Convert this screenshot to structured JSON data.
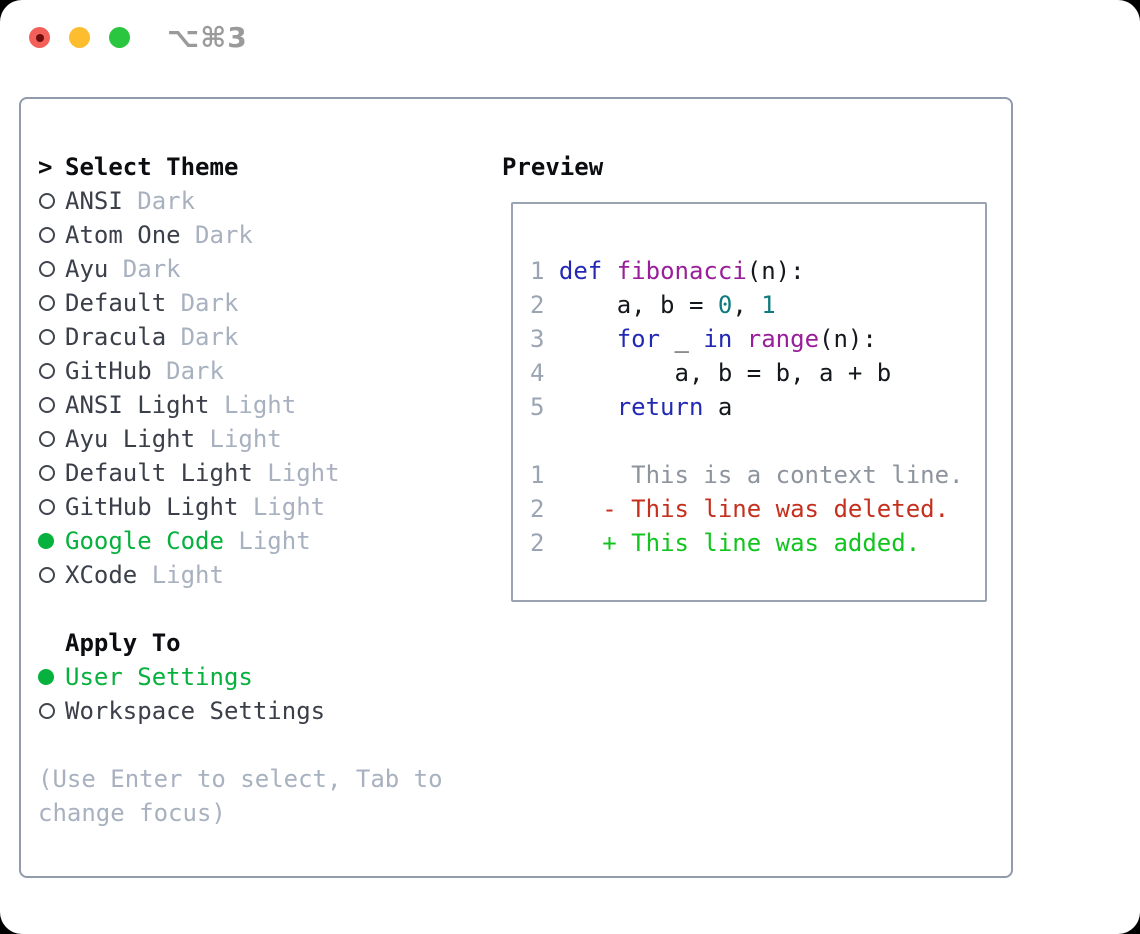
{
  "window": {
    "shortcut": "⌥⌘3"
  },
  "colors": {
    "traffic_red": "#f3605a",
    "traffic_yellow": "#fcbd2f",
    "traffic_green": "#2ac63f",
    "selection_green": "#07b13e",
    "syntax_keyword_blue": "#2329b2",
    "syntax_title_purple": "#991e99",
    "syntax_number_teal": "#0e7a7e",
    "diff_deleted_red": "#c5301e",
    "diff_added_green": "#12c41f"
  },
  "theme_picker": {
    "header_marker": ">",
    "header": "Select Theme",
    "items": [
      {
        "name": "ANSI",
        "variant": "Dark",
        "selected": false
      },
      {
        "name": "Atom One",
        "variant": "Dark",
        "selected": false
      },
      {
        "name": "Ayu",
        "variant": "Dark",
        "selected": false
      },
      {
        "name": "Default",
        "variant": "Dark",
        "selected": false
      },
      {
        "name": "Dracula",
        "variant": "Dark",
        "selected": false
      },
      {
        "name": "GitHub",
        "variant": "Dark",
        "selected": false
      },
      {
        "name": "ANSI Light",
        "variant": "Light",
        "selected": false
      },
      {
        "name": "Ayu Light",
        "variant": "Light",
        "selected": false
      },
      {
        "name": "Default Light",
        "variant": "Light",
        "selected": false
      },
      {
        "name": "GitHub Light",
        "variant": "Light",
        "selected": false
      },
      {
        "name": "Google Code",
        "variant": "Light",
        "selected": true
      },
      {
        "name": "XCode",
        "variant": "Light",
        "selected": false
      }
    ],
    "apply_to": {
      "header": "Apply To",
      "options": [
        {
          "label": "User Settings",
          "selected": true
        },
        {
          "label": "Workspace Settings",
          "selected": false
        }
      ]
    },
    "hints": [
      "(Use Enter to select, Tab to",
      "change focus)"
    ]
  },
  "preview": {
    "header": "Preview",
    "lines": [
      [
        [
          "num",
          "1 "
        ],
        [
          "kw",
          "def"
        ],
        [
          "pl",
          " "
        ],
        [
          "fn",
          "fibonacci"
        ],
        [
          "pl",
          "(n):"
        ]
      ],
      [
        [
          "num",
          "2 "
        ],
        [
          "pl",
          "    a, b = "
        ],
        [
          "lit",
          "0"
        ],
        [
          "pl",
          ", "
        ],
        [
          "lit",
          "1"
        ]
      ],
      [
        [
          "num",
          "3 "
        ],
        [
          "pl",
          "    "
        ],
        [
          "kw",
          "for"
        ],
        [
          "pl",
          " _ "
        ],
        [
          "kw",
          "in"
        ],
        [
          "pl",
          " "
        ],
        [
          "fn",
          "range"
        ],
        [
          "pl",
          "(n):"
        ]
      ],
      [
        [
          "num",
          "4 "
        ],
        [
          "pl",
          "        a, b = b, a + b"
        ]
      ],
      [
        [
          "num",
          "5 "
        ],
        [
          "pl",
          "    "
        ],
        [
          "kw",
          "return"
        ],
        [
          "pl",
          " a"
        ]
      ],
      [],
      [
        [
          "num",
          "1 "
        ],
        [
          "ctx",
          "     This is a context line."
        ]
      ],
      [
        [
          "num",
          "2 "
        ],
        [
          "pl",
          "   "
        ],
        [
          "del",
          "- This line was deleted."
        ]
      ],
      [
        [
          "num",
          "2 "
        ],
        [
          "pl",
          "   "
        ],
        [
          "add",
          "+ This line was added."
        ]
      ]
    ]
  }
}
